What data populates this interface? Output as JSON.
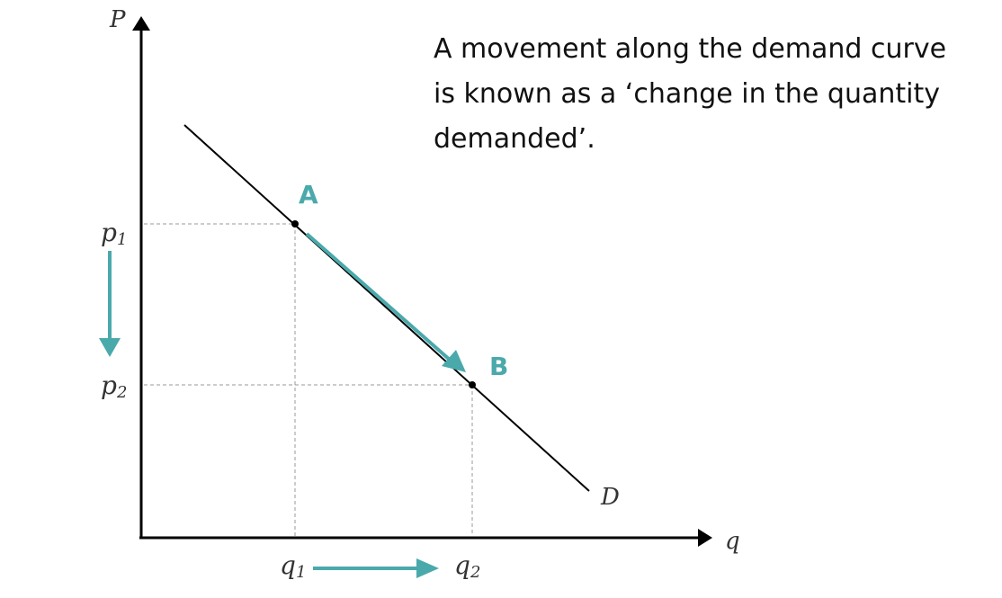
{
  "labels": {
    "y_axis": "P",
    "x_axis": "q",
    "p1_base": "p",
    "p1_sub": "1",
    "p2_base": "p",
    "p2_sub": "2",
    "q1_base": "q",
    "q1_sub": "1",
    "q2_base": "q",
    "q2_sub": "2",
    "curve": "D",
    "point_a": "A",
    "point_b": "B"
  },
  "caption_lines": [
    "A movement along the demand curve",
    "is known as a ‘change in the quantity",
    "demanded’."
  ],
  "colors": {
    "accent": "#4aa9ab",
    "axis": "#000000",
    "guide": "#999999"
  }
}
